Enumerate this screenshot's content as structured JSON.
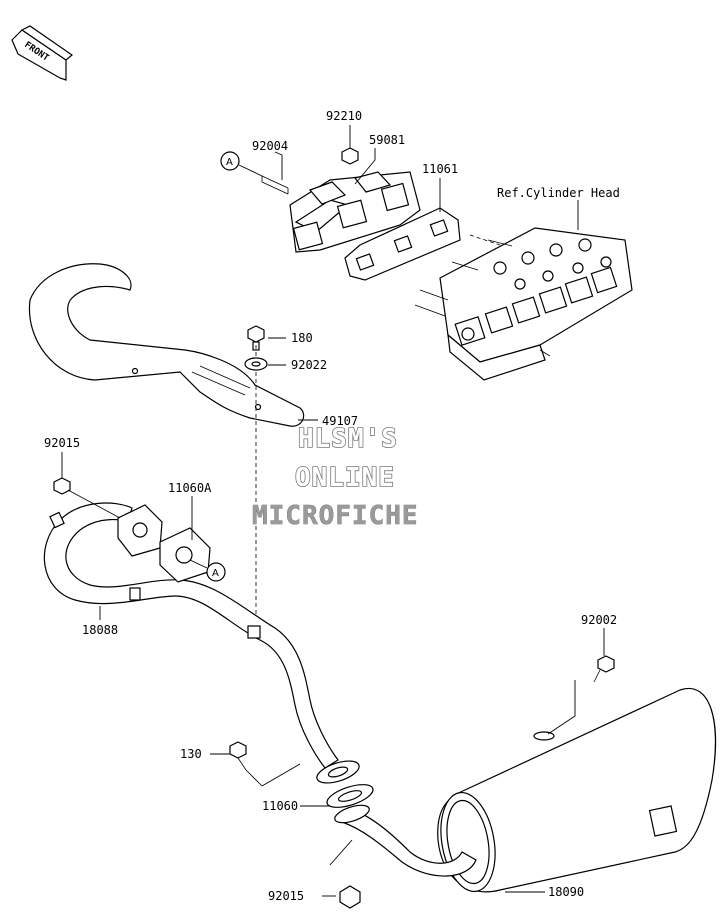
{
  "front_marker": "FRONT",
  "callout_ref": "A",
  "watermark": {
    "line1": "HLSM'S",
    "line2": "ONLINE",
    "line3": "MICROFICHE"
  },
  "labels": {
    "p92210": "92210",
    "p92004": "92004",
    "p59081": "59081",
    "p11061": "11061",
    "ref_cylinder_head": "Ref.Cylinder Head",
    "p180": "180",
    "p92022": "92022",
    "p49107": "49107",
    "p92015_top": "92015",
    "p11060A": "11060A",
    "p18088": "18088",
    "p92002": "92002",
    "p130": "130",
    "p11060": "11060",
    "p92015_bottom": "92015",
    "p18090": "18090"
  }
}
